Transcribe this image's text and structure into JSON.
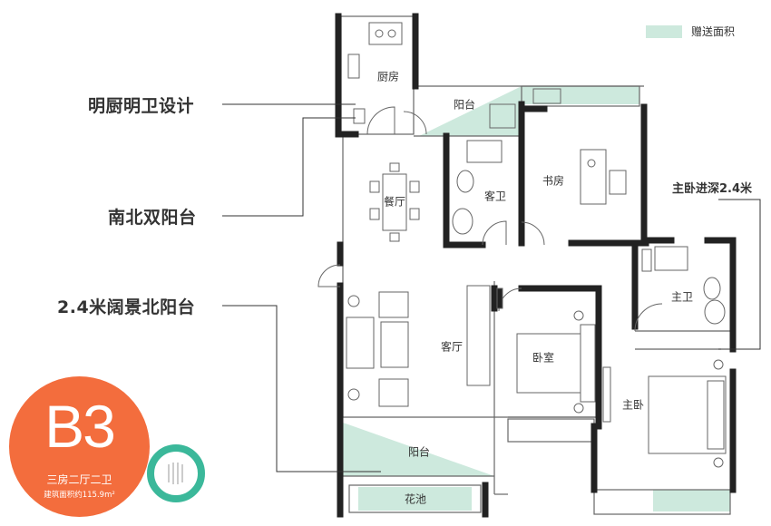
{
  "legend": {
    "label": "赠送面积",
    "color": "#cde9dd"
  },
  "callouts": [
    {
      "id": "bright-kitchen",
      "text": "明厨明卫设计"
    },
    {
      "id": "dual-balcony",
      "text": "南北双阳台"
    },
    {
      "id": "wide-balcony",
      "text": "2.4米阔景北阳台"
    }
  ],
  "depth_label": "主卧进深2.4米",
  "rooms": {
    "kitchen": "厨房",
    "balcony_north": "阳台",
    "study": "书房",
    "dining": "餐厅",
    "guest_bath": "客卫",
    "master_bath": "主卫",
    "living": "客厅",
    "bedroom": "卧室",
    "master": "主卧",
    "balcony_south": "阳台",
    "planter": "花池"
  },
  "badge": {
    "code": "B3",
    "layout": "三房二厅二卫",
    "area": "建筑面积约115.9m²",
    "color": "#f36d3d"
  },
  "colors": {
    "wall": "#222222",
    "line": "#555555",
    "accent": "#3bb89a"
  }
}
